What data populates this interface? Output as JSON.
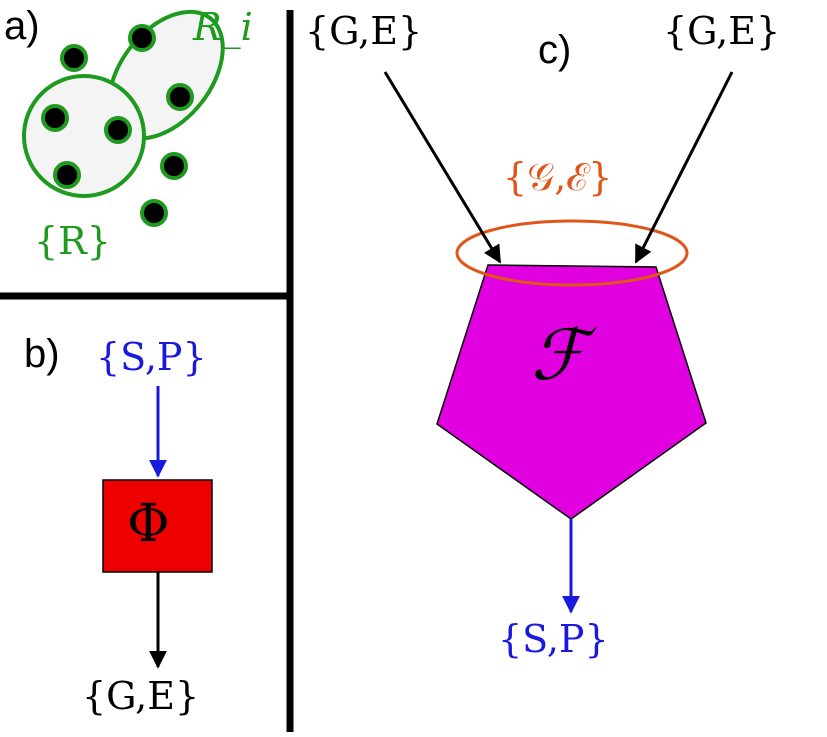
{
  "panels": {
    "a": {
      "letter": "a)",
      "cluster_label": "{R}",
      "subcluster_label": "R_i"
    },
    "b": {
      "letter": "b)",
      "input": "{S,P}",
      "operator": "Φ",
      "output": "{G,E}"
    },
    "c": {
      "letter": "c)",
      "input_left": "{G,E}",
      "input_right": "{G,E}",
      "combined": "{𝒢,ℰ}",
      "operator": "ℱ",
      "output": "{S,P}"
    }
  },
  "colors": {
    "cluster": "#1e9a1e",
    "forward_arrow": "#1a1adc",
    "phi_box": "#ee0000",
    "pentagon": "#e000e0",
    "ellipse": "#e0551a",
    "line": "#000000"
  }
}
